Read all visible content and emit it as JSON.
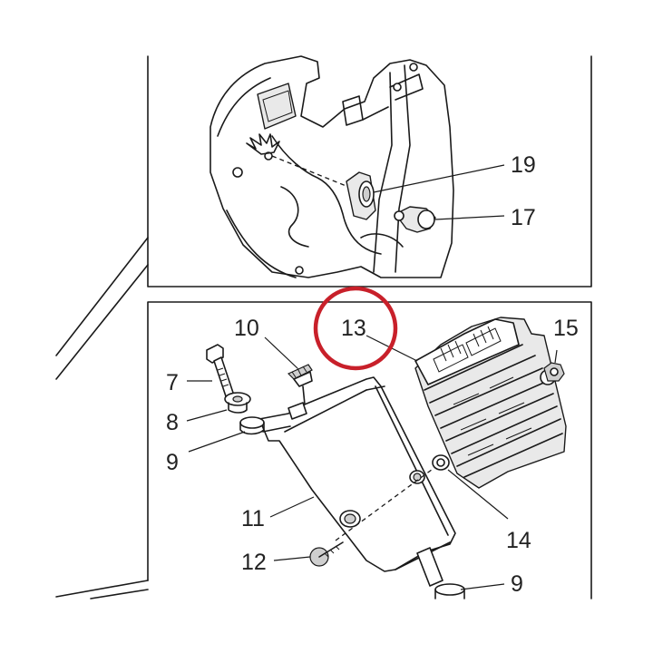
{
  "callouts": {
    "c19": "19",
    "c17": "17",
    "c13": "13",
    "c15": "15",
    "c10": "10",
    "c7": "7",
    "c8": "8",
    "c9_top": "9",
    "c11": "11",
    "c12": "12",
    "c14": "14",
    "c9_bottom": "9"
  },
  "highlight": {
    "target": "13",
    "color": "#c8202a"
  },
  "colors": {
    "line": "#1a1a1a",
    "label": "#222222",
    "background": "#ffffff"
  }
}
